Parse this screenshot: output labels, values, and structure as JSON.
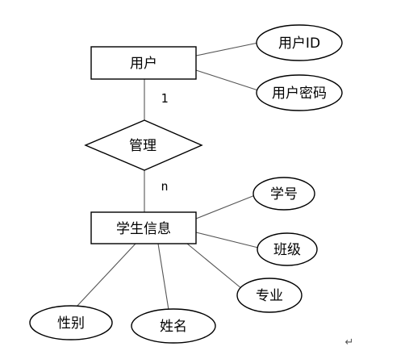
{
  "entities": [
    {
      "id": "user",
      "label": "用户"
    },
    {
      "id": "student_info",
      "label": "学生信息"
    }
  ],
  "relationships": [
    {
      "id": "manage",
      "label": "管理"
    }
  ],
  "attributes": [
    {
      "id": "user_id",
      "label": "用户ID"
    },
    {
      "id": "user_password",
      "label": "用户密码"
    },
    {
      "id": "student_no",
      "label": "学号"
    },
    {
      "id": "class",
      "label": "班级"
    },
    {
      "id": "major",
      "label": "专业"
    },
    {
      "id": "gender",
      "label": "性别"
    },
    {
      "id": "name",
      "label": "姓名"
    }
  ],
  "cardinalities": {
    "user_side": "1",
    "student_side": "n"
  },
  "paragraph_mark": "↵"
}
